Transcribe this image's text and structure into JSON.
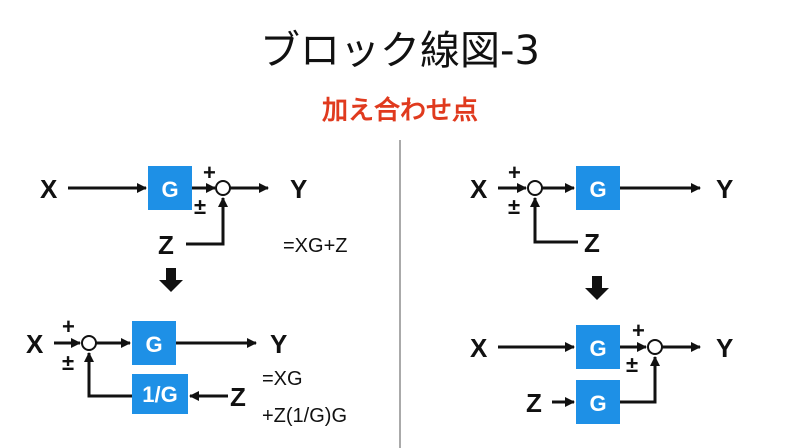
{
  "header": {
    "title": "ブロック線図-3",
    "subtitle": "加え合わせ点"
  },
  "diagram": {
    "left_top": {
      "input": "X",
      "block": "G",
      "output": "Y",
      "disturbance": "Z",
      "sign_top": "+",
      "sign_side": "±",
      "equation": "=XG+Z"
    },
    "left_bottom": {
      "input": "X",
      "block_main": "G",
      "block_feedback": "1/G",
      "output": "Y",
      "disturbance": "Z",
      "sign_top": "+",
      "sign_side": "±",
      "equation_line1": "=XG",
      "equation_line2": "+Z(1/G)G"
    },
    "right_top": {
      "input": "X",
      "block": "G",
      "output": "Y",
      "disturbance": "Z",
      "sign_top": "+",
      "sign_side": "±"
    },
    "right_bottom": {
      "input": "X",
      "block_main": "G",
      "block_disturbance": "G",
      "output": "Y",
      "disturbance": "Z",
      "sign_top": "+",
      "sign_side": "±"
    }
  },
  "colors": {
    "block": "#1e90e6",
    "subtitle": "#e03a1e",
    "line": "#111111"
  }
}
